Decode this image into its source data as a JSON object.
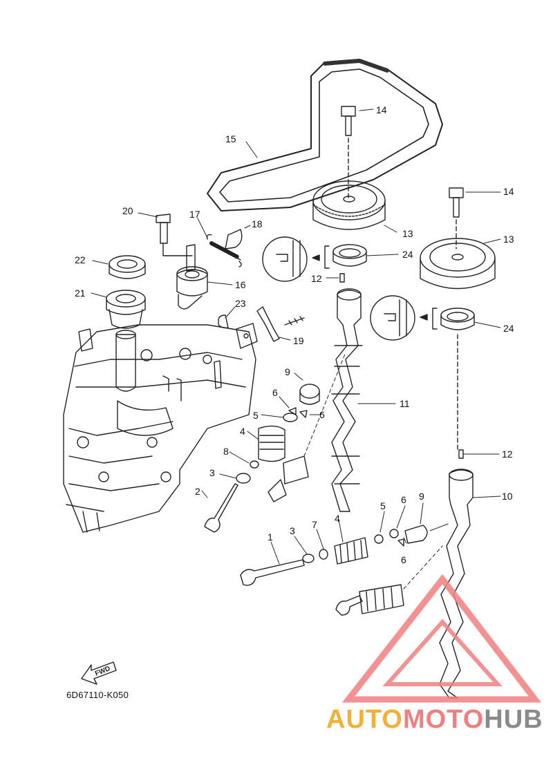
{
  "diagram": {
    "code": "6D67110-K050",
    "fwd_label": "FWD",
    "watermark": {
      "part1": "AUTO",
      "part2": "MOTO",
      "part3": "HUB"
    },
    "callouts": {
      "n1": "1",
      "n2": "2",
      "n3a": "3",
      "n3b": "3",
      "n4a": "4",
      "n4b": "4",
      "n5a": "5",
      "n5b": "5",
      "n6a": "6",
      "n6b": "6",
      "n6c": "6",
      "n6d": "6",
      "n7": "7",
      "n8": "8",
      "n9a": "9",
      "n9b": "9",
      "n10": "10",
      "n11": "11",
      "n12a": "12",
      "n12b": "12",
      "n13a": "13",
      "n13b": "13",
      "n14a": "14",
      "n14b": "14",
      "n15": "15",
      "n16": "16",
      "n17": "17",
      "n18": "18",
      "n19": "19",
      "n20": "20",
      "n21": "21",
      "n22": "22",
      "n23": "23",
      "n24a": "24",
      "n24b": "24"
    },
    "colors": {
      "line": "#222222",
      "watermark_red": "#f07f7f",
      "watermark_orange": "#f2b035"
    }
  }
}
